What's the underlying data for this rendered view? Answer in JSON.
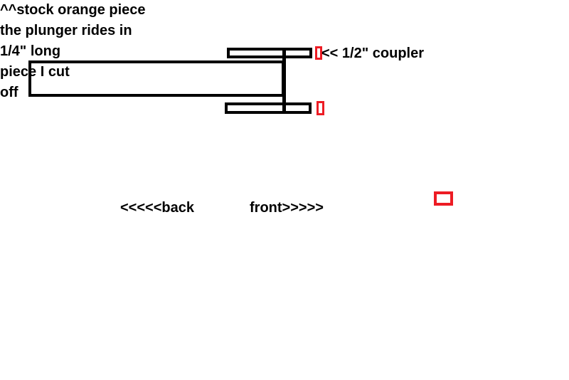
{
  "canvas": {
    "background": "#ffffff",
    "outline_color": "#000000",
    "highlight_color": "#ed1c24",
    "text_color": "#000000"
  },
  "annotations": {
    "coupler_label": "<< 1/2\" coupler",
    "stock_piece_line1": "^^stock orange piece",
    "stock_piece_line2": "the plunger rides in",
    "back_label": "<<<<<back",
    "front_label": "front>>>>>",
    "legend_line1": "1/4\" long",
    "legend_line2": "piece I cut",
    "legend_line3": "off"
  }
}
